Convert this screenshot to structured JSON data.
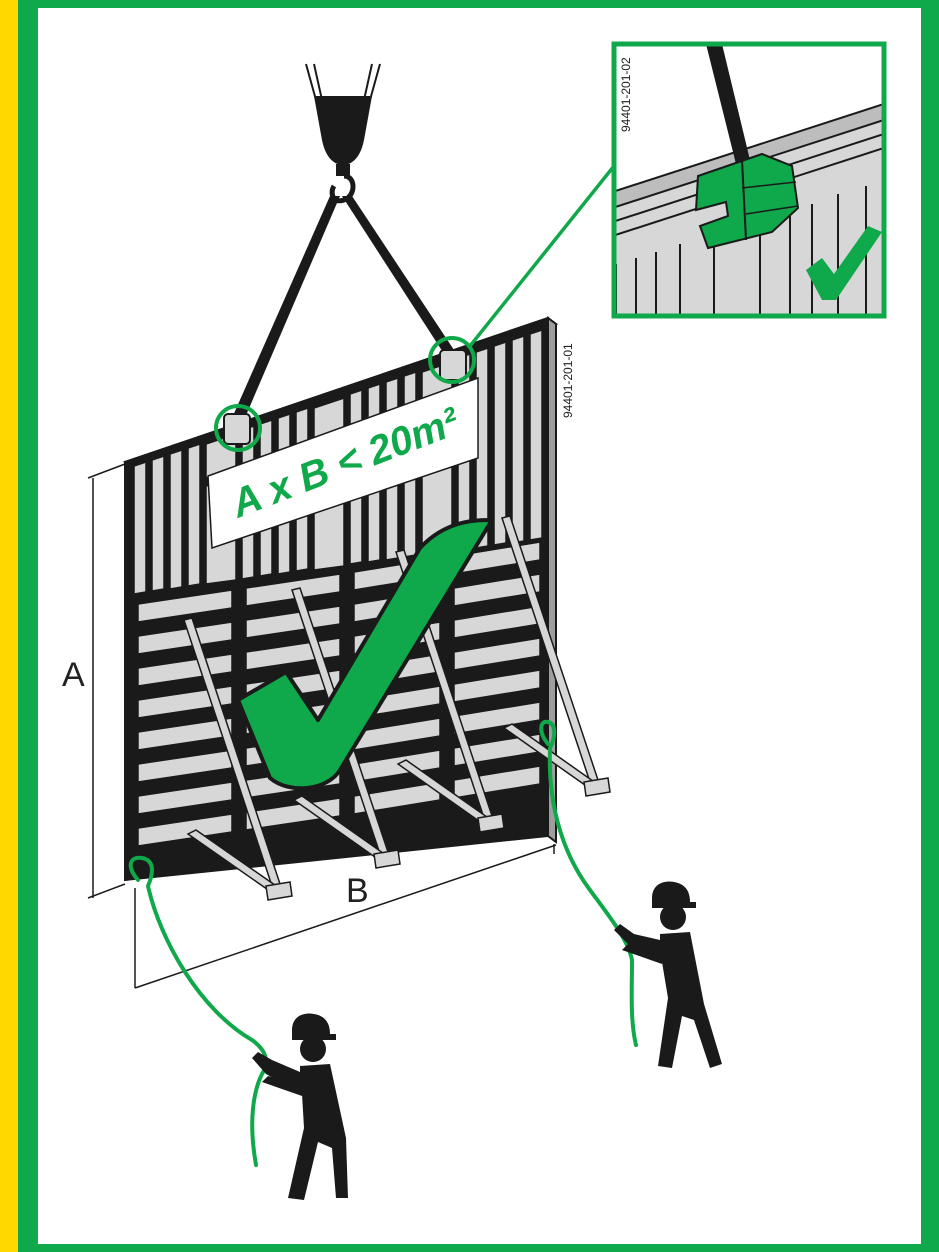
{
  "colors": {
    "outer_frame": "#FFD800",
    "accent": "#0FA84A",
    "panel": "#D7D7D7",
    "ink": "#1A1A1A",
    "background": "#FFFFFF"
  },
  "main_illustration": {
    "reference_code": "94401-201-01",
    "formula": "A x B < 20m²",
    "dimension_height_label": "A",
    "dimension_width_label": "B",
    "icons": [
      "crane-hook-icon",
      "lifting-sling-icon",
      "formwork-panel-icon",
      "checkmark-icon",
      "worker-icon",
      "tag-line-icon"
    ]
  },
  "detail_inset": {
    "reference_code": "94401-201-02",
    "icons": [
      "lifting-clamp-icon",
      "checkmark-icon"
    ]
  }
}
